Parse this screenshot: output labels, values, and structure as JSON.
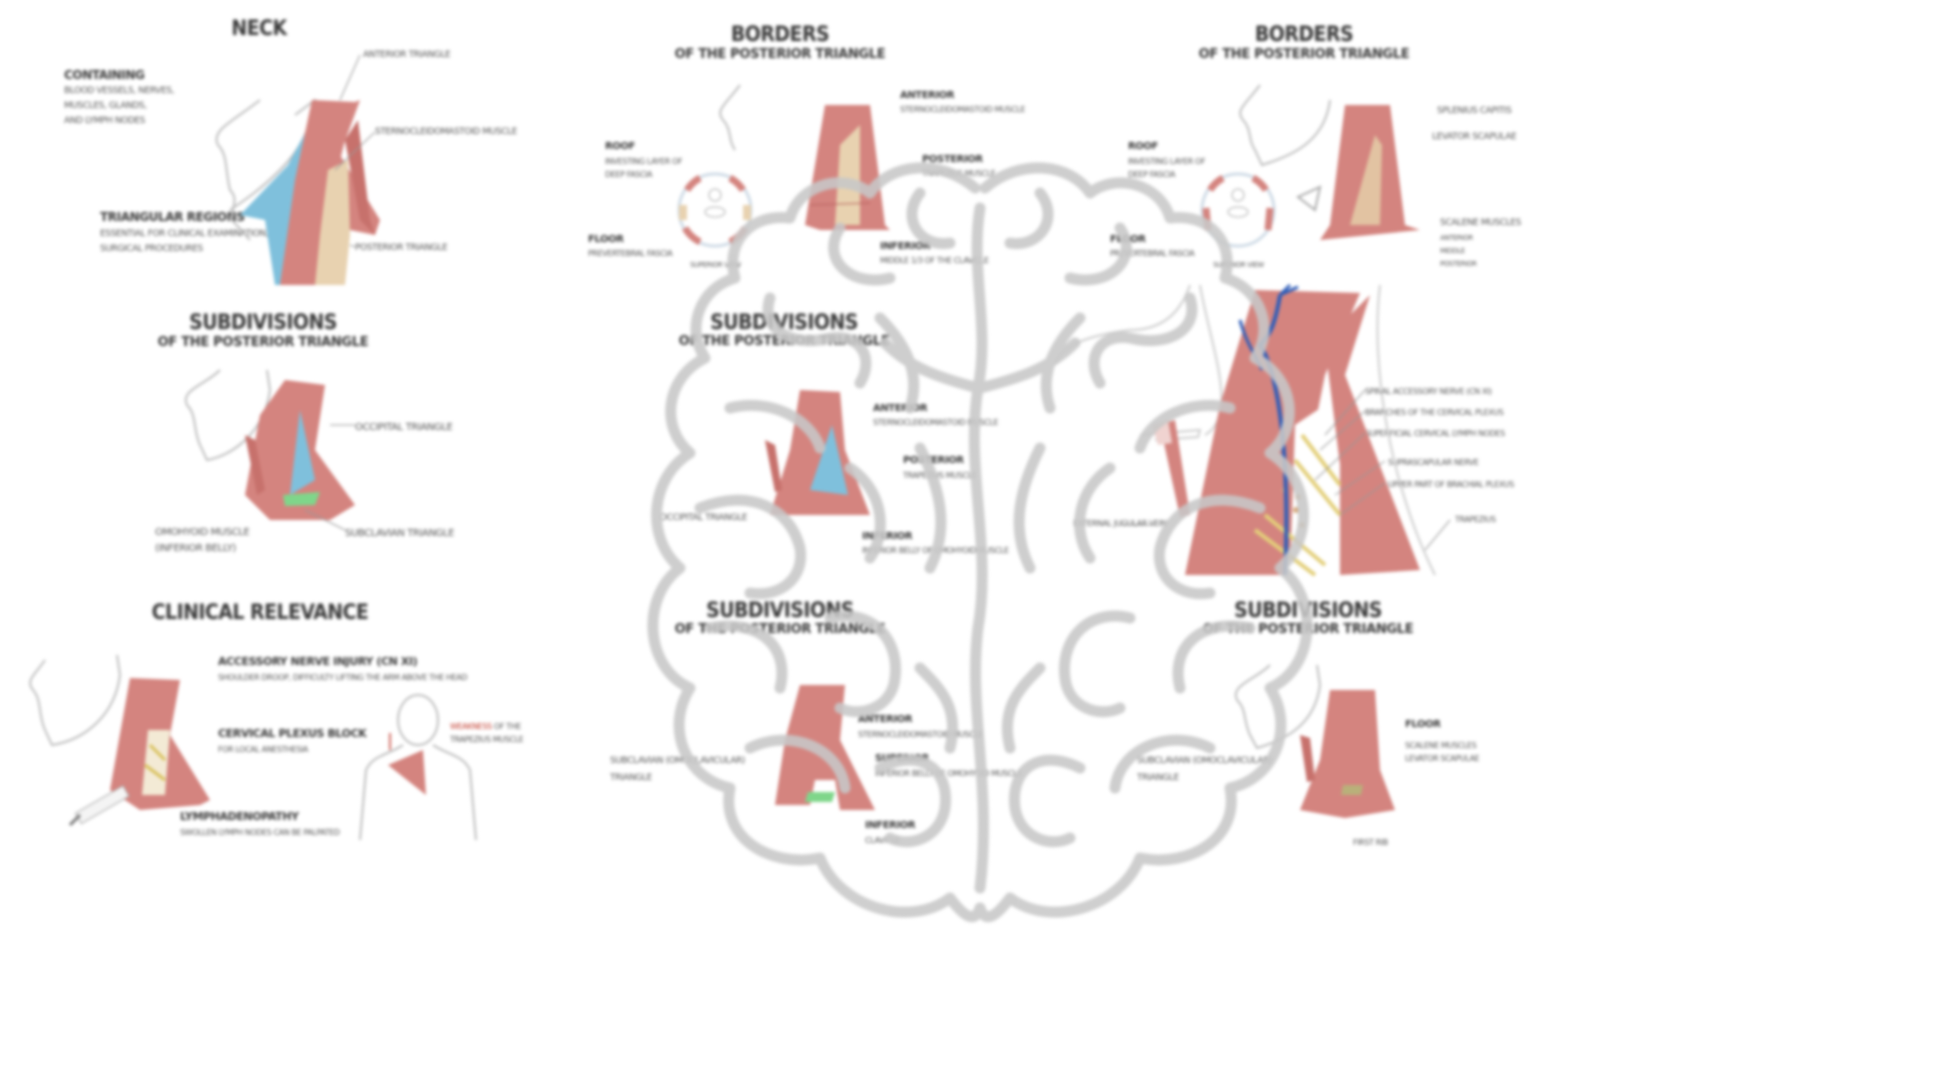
{
  "colors": {
    "muscle": "#d4847f",
    "muscle_dark": "#b5605c",
    "anterior_region": "#7fc0dc",
    "posterior_region": "#e8d2b0",
    "subclavian_region": "#7fd68a",
    "vein": "#2f5db8",
    "nerve": "#e3cf7a",
    "outline": "#b9b9b9",
    "brain_overlay": "#c8c8c8",
    "text": "#3a3a3a",
    "highlight_red": "#c0392b"
  },
  "panels": {
    "neck": {
      "title": "NECK",
      "containing_heading": "CONTAINING",
      "containing_lines": [
        "BLOOD VESSELS, NERVES,",
        "MUSCLES, GLANDS,",
        "AND LYMPH NODES"
      ],
      "triangular_heading": "TRIANGULAR REGIONS",
      "triangular_lines": [
        "ESSENTIAL FOR CLINICAL EXAMINATION,",
        "SURGICAL PROCEDURES"
      ],
      "labels": [
        "ANTERIOR TRIANGLE",
        "STERNOCLEIDOMASTOID MUSCLE",
        "POSTERIOR TRIANGLE"
      ]
    },
    "borders_center": {
      "title": "BORDERS",
      "subtitle": "OF THE POSTERIOR TRIANGLE",
      "roof_heading": "ROOF",
      "roof_lines": [
        "INVESTING LAYER OF",
        "DEEP FASCIA"
      ],
      "floor_heading": "FLOOR",
      "floor_line": "PREVERTEBRAL FASCIA",
      "view_caption": "SUPERIOR VIEW",
      "anterior_heading": "ANTERIOR",
      "anterior_line": "STERNOCLEIDOMASTOID MUSCLE",
      "posterior_heading": "POSTERIOR",
      "posterior_line": "TRAPEZIUS MUSCLE",
      "inferior_heading": "INFERIOR",
      "inferior_line": "MIDDLE 1/3 OF THE CLAVICLE"
    },
    "borders_right": {
      "title": "BORDERS",
      "subtitle": "OF THE POSTERIOR TRIANGLE",
      "roof_heading": "ROOF",
      "roof_lines": [
        "INVESTING LAYER OF",
        "DEEP FASCIA"
      ],
      "floor_heading": "FLOOR",
      "floor_line": "PREVERTEBRAL FASCIA",
      "view_caption": "SUPERIOR VIEW",
      "labels": [
        "SPLENIUS CAPITIS",
        "LEVATOR SCAPULAE"
      ],
      "scalene_heading": "SCALENE MUSCLES",
      "scalene_items": [
        "ANTERIOR",
        "MIDDLE",
        "POSTERIOR"
      ]
    },
    "subdivisions_left": {
      "title": "SUBDIVISIONS",
      "subtitle": "OF THE POSTERIOR TRIANGLE",
      "labels": [
        "OCCIPITAL TRIANGLE",
        "SUBCLAVIAN TRIANGLE"
      ],
      "omohyoid_lines": [
        "OMOHYOID MUSCLE",
        "(INFERIOR BELLY)"
      ]
    },
    "subdivisions_center": {
      "title": "SUBDIVISIONS",
      "subtitle": "OF THE POSTERIOR TRIANGLE",
      "anterior_heading": "ANTERIOR",
      "anterior_line": "STERNOCLEIDOMASTOID MUSCLE",
      "posterior_heading": "POSTERIOR",
      "posterior_line": "TRAPEZIUS MUSCLE",
      "inferior_heading": "INFERIOR",
      "inferior_line": "INFERIOR BELLY OF OMOHYOID MUSCLE",
      "left_label": "OCCIPITAL TRIANGLE"
    },
    "contents": {
      "left_label": "EXTERNAL JUGULAR VEIN",
      "labels": [
        "SPINAL ACCESSORY NERVE (CN XI)",
        "BRANCHES OF THE CERVICAL PLEXUS",
        "SUPERFICIAL CERVICAL LYMPH NODES",
        "SUPRASCAPULAR NERVE",
        "UPPER PART OF BRACHIAL PLEXUS",
        "TRAPEZIUS"
      ]
    },
    "clinical": {
      "title": "CLINICAL RELEVANCE",
      "items": [
        {
          "heading": "ACCESSORY NERVE INJURY (CN XI)",
          "detail": "SHOULDER DROOP, DIFFICULTY LIFTING THE ARM ABOVE THE HEAD"
        },
        {
          "heading": "CERVICAL PLEXUS BLOCK",
          "detail": "FOR LOCAL ANESTHESIA"
        },
        {
          "heading": "LYMPHADENOPATHY",
          "detail": "SWOLLEN LYMPH NODES CAN BE PALPATED"
        }
      ],
      "weakness_red": "WEAKNESS",
      "weakness_rest": "OF THE",
      "weakness_line2": "TRAPEZIUS MUSCLE"
    },
    "subdivisions_bottom_center": {
      "title": "SUBDIVISIONS",
      "subtitle": "OF THE POSTERIOR TRIANGLE",
      "left_lines": [
        "SUBCLAVIAN (OMOCLAVICULAR)",
        "TRIANGLE"
      ],
      "anterior_heading": "ANTERIOR",
      "anterior_line": "STERNOCLEIDOMASTOID MUSCLE",
      "superior_heading": "SUPERIOR",
      "superior_line": "INFERIOR BELLY OF OMOHYOID MUSCLE",
      "inferior_heading": "INFERIOR",
      "inferior_line": "CLAVICLE"
    },
    "subdivisions_bottom_right": {
      "title": "SUBDIVISIONS",
      "subtitle": "OF THE POSTERIOR TRIANGLE",
      "left_lines": [
        "SUBCLAVIAN (OMOCLAVICULAR)",
        "TRIANGLE"
      ],
      "floor_heading": "FLOOR",
      "floor_items": [
        "SCALENE MUSCLES",
        "LEVATOR SCAPULAE"
      ],
      "bottom_label": "FIRST RIB"
    }
  }
}
